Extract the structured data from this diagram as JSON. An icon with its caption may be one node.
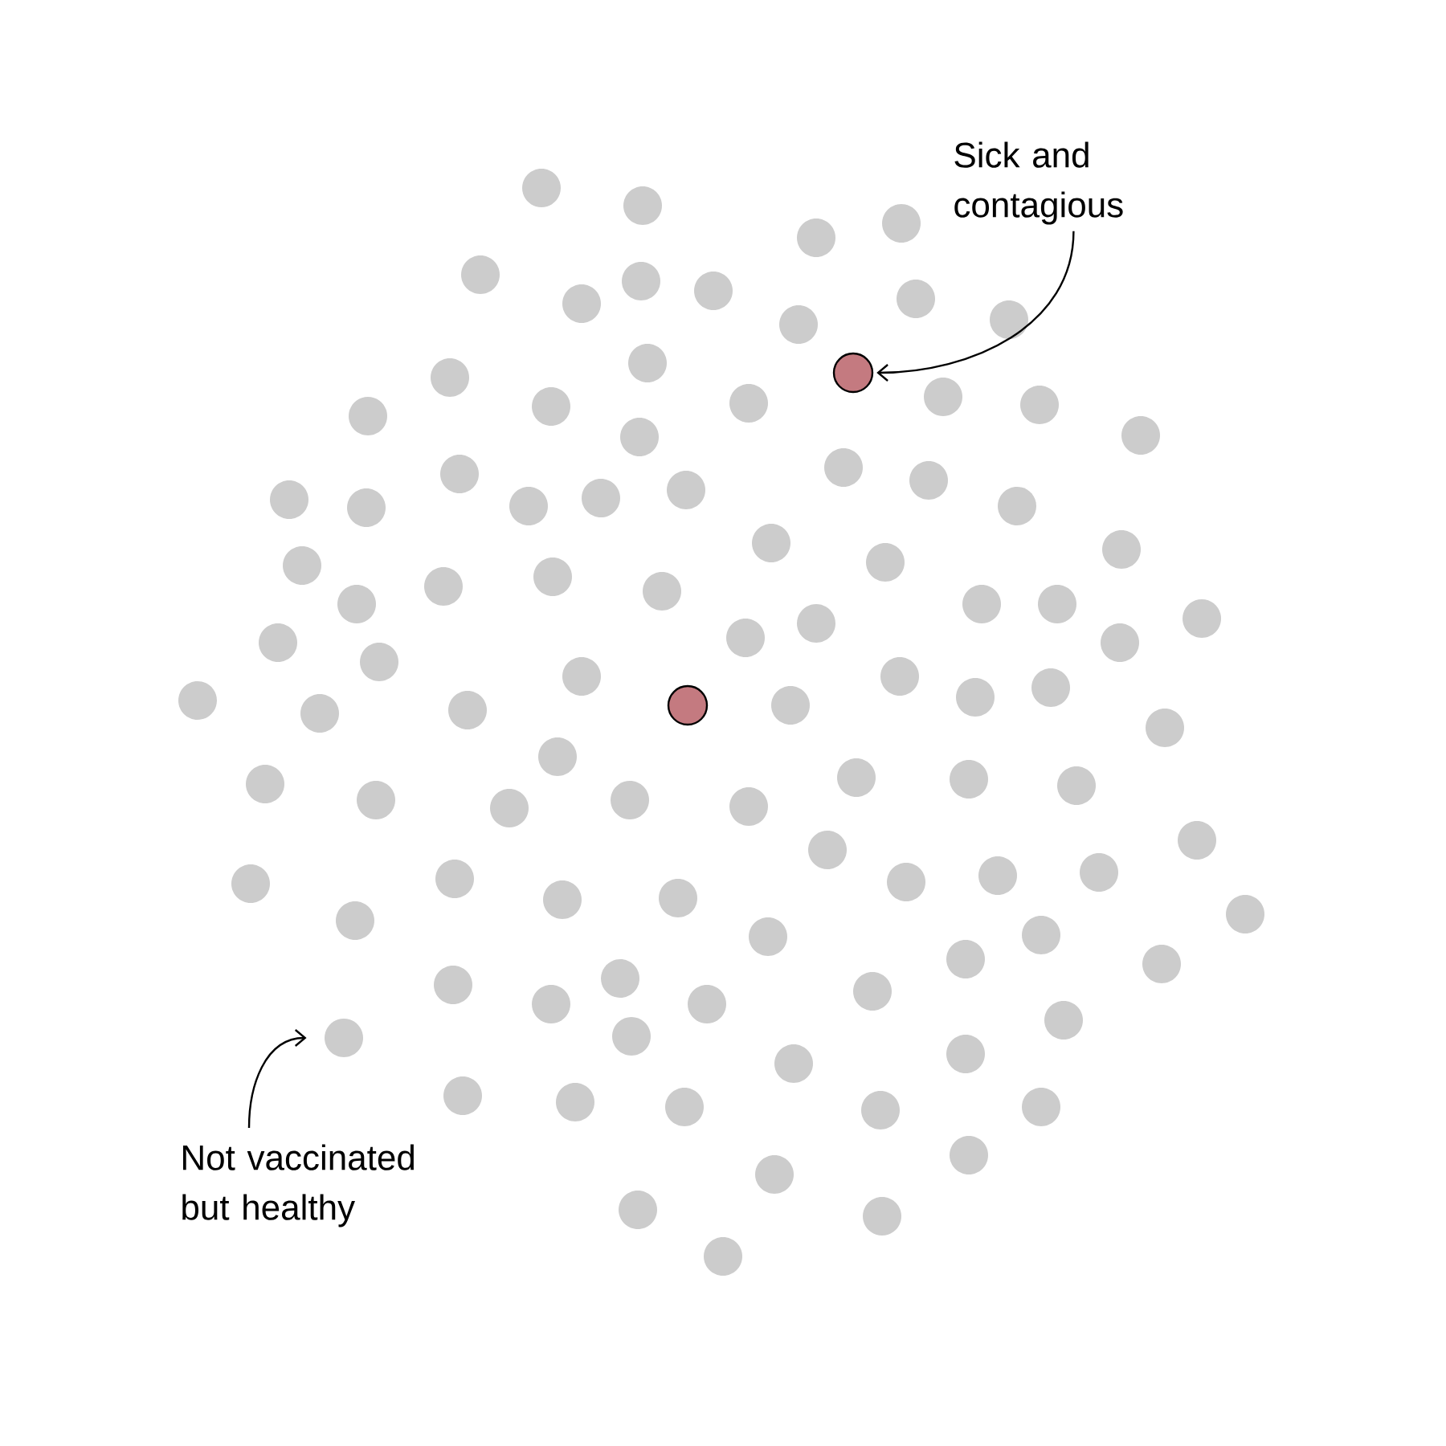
{
  "diagram": {
    "nodes": [
      {
        "text": [
          "Sick and contagious"
        ]
      },
      {
        "text": [],
        "shape": "circle"
      },
      {
        "text": [
          "Not vaccinated but healthy"
        ]
      },
      {
        "text": [],
        "shape": "circle"
      },
      {
        "text": [],
        "shape": "circle"
      },
      {
        "text": [],
        "shape": "circle"
      },
      {
        "text": [],
        "shape": "circle"
      },
      {
        "text": [],
        "shape": "circle"
      },
      {
        "text": [],
        "shape": "circle"
      },
      {
        "text": [],
        "shape": "circle"
      },
      {
        "text": [],
        "shape": "circle"
      },
      {
        "text": [],
        "shape": "circle"
      },
      {
        "text": [],
        "shape": "circle"
      },
      {
        "text": [],
        "shape": "circle"
      },
      {
        "text": [],
        "shape": "circle"
      },
      {
        "text": [],
        "shape": "circle"
      },
      {
        "text": [],
        "shape": "circle"
      },
      {
        "text": [],
        "shape": "circle"
      },
      {
        "text": [],
        "shape": "circle"
      },
      {
        "text": [],
        "shape": "circle"
      },
      {
        "text": [],
        "shape": "circle"
      },
      {
        "text": [],
        "shape": "circle"
      },
      {
        "text": [],
        "shape": "circle"
      },
      {
        "text": [],
        "shape": "circle"
      },
      {
        "text": [],
        "shape": "circle"
      },
      {
        "text": [],
        "shape": "circle"
      },
      {
        "text": [],
        "shape": "circle"
      },
      {
        "text": [],
        "shape": "circle"
      },
      {
        "text": [],
        "shape": "circle"
      },
      {
        "text": [],
        "shape": "circle"
      },
      {
        "text": [],
        "shape": "circle"
      },
      {
        "text": [],
        "shape": "circle"
      },
      {
        "text": [],
        "shape": "circle"
      },
      {
        "text": [],
        "shape": "circle"
      },
      {
        "text": [],
        "shape": "circle"
      },
      {
        "text": [],
        "shape": "circle"
      },
      {
        "text": [],
        "shape": "circle"
      },
      {
        "text": [],
        "shape": "circle"
      },
      {
        "text": [],
        "shape": "circle"
      },
      {
        "text": [],
        "shape": "circle"
      },
      {
        "text": [],
        "shape": "circle"
      },
      {
        "text": [],
        "shape": "circle"
      },
      {
        "text": [],
        "shape": "circle"
      },
      {
        "text": [],
        "shape": "circle"
      },
      {
        "text": [],
        "shape": "circle"
      },
      {
        "text": [],
        "shape": "circle"
      },
      {
        "text": [],
        "shape": "circle"
      },
      {
        "text": [],
        "shape": "circle"
      },
      {
        "text": [],
        "shape": "circle"
      },
      {
        "text": [],
        "shape": "circle"
      },
      {
        "text": [],
        "shape": "circle"
      },
      {
        "text": [],
        "shape": "circle"
      },
      {
        "text": [],
        "shape": "circle"
      },
      {
        "text": [],
        "shape": "circle"
      },
      {
        "text": [],
        "shape": "circle"
      },
      {
        "text": [],
        "shape": "circle"
      },
      {
        "text": [],
        "shape": "circle"
      },
      {
        "text": [],
        "shape": "circle"
      },
      {
        "text": [],
        "shape": "circle"
      },
      {
        "text": [],
        "shape": "circle"
      },
      {
        "text": [],
        "shape": "circle"
      },
      {
        "text": [],
        "shape": "circle"
      },
      {
        "text": [],
        "shape": "circle"
      },
      {
        "text": [],
        "shape": "circle"
      },
      {
        "text": [],
        "shape": "circle"
      },
      {
        "text": [],
        "shape": "circle"
      },
      {
        "text": [],
        "shape": "circle"
      },
      {
        "text": [],
        "shape": "circle"
      },
      {
        "text": [],
        "shape": "circle"
      },
      {
        "text": [],
        "shape": "circle"
      },
      {
        "text": [],
        "shape": "circle"
      },
      {
        "text": [],
        "shape": "circle"
      },
      {
        "text": [],
        "shape": "circle"
      },
      {
        "text": [],
        "shape": "circle"
      },
      {
        "text": [],
        "shape": "circle"
      },
      {
        "text": [],
        "shape": "circle"
      },
      {
        "text": [],
        "shape": "circle"
      },
      {
        "text": [],
        "shape": "circle"
      },
      {
        "text": [],
        "shape": "circle"
      },
      {
        "text": [],
        "shape": "circle"
      },
      {
        "text": [],
        "shape": "circle"
      },
      {
        "text": [],
        "shape": "circle"
      },
      {
        "text": [],
        "shape": "circle"
      },
      {
        "text": [],
        "shape": "circle"
      },
      {
        "text": [],
        "shape": "circle"
      },
      {
        "text": [],
        "shape": "circle"
      },
      {
        "text": [],
        "shape": "circle"
      },
      {
        "text": [],
        "shape": "circle"
      },
      {
        "text": [],
        "shape": "circle"
      },
      {
        "text": [],
        "shape": "circle"
      },
      {
        "text": [],
        "shape": "circle"
      },
      {
        "text": [],
        "shape": "circle"
      },
      {
        "text": [],
        "shape": "circle"
      },
      {
        "text": [],
        "shape": "circle"
      },
      {
        "text": [],
        "shape": "circle"
      },
      {
        "text": [],
        "shape": "circle"
      },
      {
        "text": [],
        "shape": "circle"
      },
      {
        "text": [],
        "shape": "circle"
      },
      {
        "text": [],
        "shape": "circle"
      },
      {
        "text": [],
        "shape": "circle"
      },
      {
        "text": [],
        "shape": "circle"
      },
      {
        "text": [],
        "shape": "circle"
      }
    ],
    "edges": [
      {
        "from": 0,
        "to": 1,
        "arrow": "to"
      },
      {
        "from": 2,
        "to": 3,
        "arrow": "to"
      }
    ]
  }
}
